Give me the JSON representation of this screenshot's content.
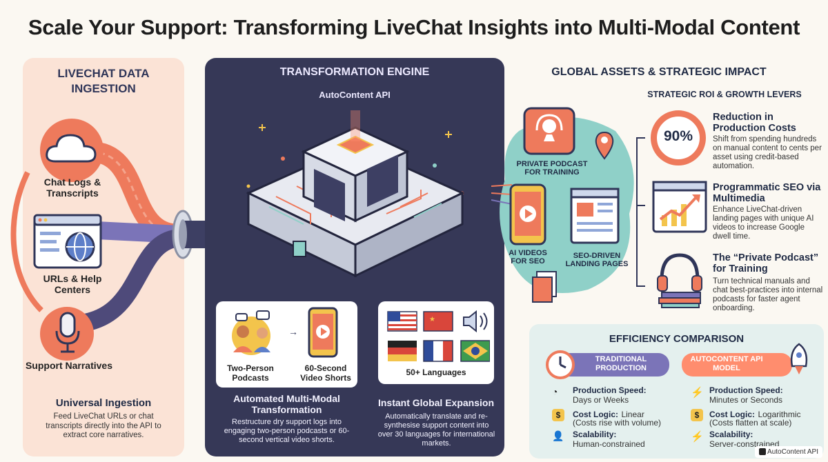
{
  "title": "Scale Your Support: Transforming LiveChat Insights into Multi-Modal Content",
  "ingestion": {
    "heading": "LIVECHAT DATA INGESTION",
    "sources": [
      {
        "label": "Chat Logs & Transcripts",
        "icon": "cloud-icon"
      },
      {
        "label": "URLs & Help Centers",
        "icon": "globe-browser-icon"
      },
      {
        "label": "Support Narratives",
        "icon": "microphone-icon"
      }
    ],
    "summary_title": "Universal Ingestion",
    "summary_text": "Feed LiveChat URLs or chat transcripts directly into the API to extract core narratives."
  },
  "engine": {
    "heading": "TRANSFORMATION ENGINE",
    "subheading": "AutoContent API",
    "card1": {
      "items": [
        "Two-Person Podcasts",
        "60-Second Video Shorts"
      ],
      "title": "Automated Multi-Modal Transformation",
      "text": "Restructure dry support logs into engaging two-person podcasts or 60-second vertical video shorts."
    },
    "card2": {
      "label": "50+ Languages",
      "title": "Instant Global Expansion",
      "text": "Automatically translate and re-synthesise support content into over 30 languages for international markets."
    }
  },
  "assets": {
    "heading": "GLOBAL ASSETS & STRATEGIC IMPACT",
    "items": [
      "PRIVATE PODCAST FOR TRAINING",
      "AI VIDEOS FOR SEO",
      "SEO-DRIVEN LANDING PAGES"
    ]
  },
  "roi": {
    "heading": "STRATEGIC ROI & GROWTH LEVERS",
    "stat": "90%",
    "items": [
      {
        "title": "Reduction in Production Costs",
        "text": "Shift from spending hundreds on manual content to cents per asset using credit-based automation."
      },
      {
        "title": "Programmatic SEO via Multimedia",
        "text": "Enhance LiveChat-driven landing pages with unique AI videos to increase Google dwell time."
      },
      {
        "title": "The “Private Podcast” for Training",
        "text": "Turn technical manuals and chat best-practices into internal podcasts for faster agent onboarding."
      }
    ]
  },
  "efficiency": {
    "heading": "EFFICIENCY COMPARISON",
    "traditional_label": "TRADITIONAL PRODUCTION",
    "autocontent_label": "AUTOCONTENT API MODEL",
    "traditional": [
      {
        "title": "Production Speed:",
        "value": "Days or Weeks"
      },
      {
        "title": "Cost Logic:",
        "value": "Linear",
        "detail": "(Costs rise with volume)"
      },
      {
        "title": "Scalability:",
        "value": "Human-constrained"
      }
    ],
    "autocontent": [
      {
        "title": "Production Speed:",
        "value": "Minutes or Seconds"
      },
      {
        "title": "Cost Logic:",
        "value": "Logarithmic",
        "detail": "(Costs flatten at scale)"
      },
      {
        "title": "Scalability:",
        "value": "Server-constrained"
      }
    ]
  },
  "brand": "AutoContent API",
  "colors": {
    "coral": "#ee7a5c",
    "navy": "#363857",
    "teal": "#8fd0c8",
    "purple": "#7b74b8",
    "salmon": "#ff8d6e"
  }
}
